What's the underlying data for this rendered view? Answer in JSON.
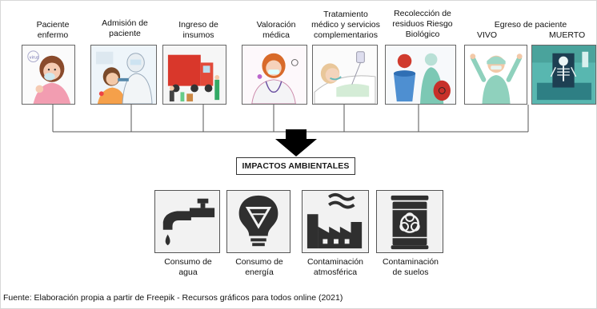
{
  "stages": [
    {
      "id": "paciente",
      "label_lines": [
        "Paciente",
        "enfermo"
      ]
    },
    {
      "id": "admision",
      "label_lines": [
        "Admisión de",
        "paciente"
      ]
    },
    {
      "id": "ingreso",
      "label_lines": [
        "Ingreso de",
        "insumos"
      ]
    },
    {
      "id": "valoracion",
      "label_lines": [
        "Valoración",
        "médica"
      ]
    },
    {
      "id": "tratamiento",
      "label_lines": [
        "Tratamiento",
        "médico y servicios",
        "complementarios"
      ]
    },
    {
      "id": "residuos",
      "label_lines": [
        "Recolección de",
        "residuos Riesgo",
        "Biológico"
      ]
    }
  ],
  "egreso": {
    "title": "Egreso de paciente",
    "vivo": "VIVO",
    "muerto": "MUERTO"
  },
  "impact_title": "IMPACTOS AMBIENTALES",
  "impacts": [
    {
      "id": "agua",
      "label_lines": [
        "Consumo de",
        "agua"
      ]
    },
    {
      "id": "energia",
      "label_lines": [
        "Consumo de",
        "energía"
      ]
    },
    {
      "id": "atmosferica",
      "label_lines": [
        "Contaminación",
        "atmosférica"
      ]
    },
    {
      "id": "suelos",
      "label_lines": [
        "Contaminación",
        "de suelos"
      ]
    }
  ],
  "source": "Fuente: Elaboración propia a partir de Freepik - Recursos gráficos para todos online (2021)",
  "colors": {
    "icon_gray": "#2f2f2f",
    "line": "#555555",
    "arrow": "#000000"
  }
}
